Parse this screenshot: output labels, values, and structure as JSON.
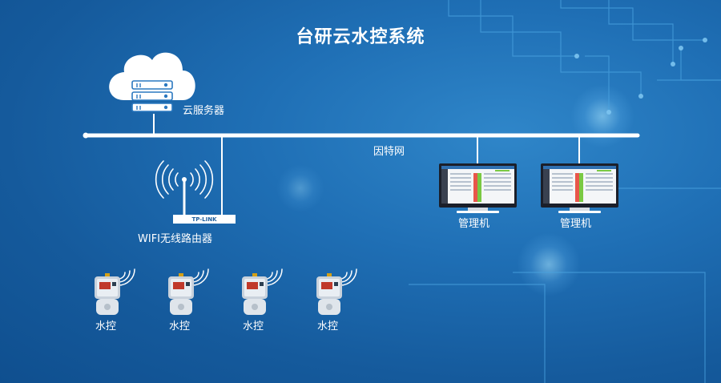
{
  "title": "台研云水控系统",
  "nodes": {
    "cloud_server": "云服务器",
    "internet": "因特网",
    "router": "WIFI无线路由器",
    "router_brand": "TP-LINK",
    "managers": [
      "管理机",
      "管理机"
    ],
    "water_controls": [
      "水控",
      "水控",
      "水控",
      "水控"
    ]
  },
  "colors": {
    "background": "#1f6fb5",
    "line": "#ffffff",
    "accent_green": "#7ac943",
    "accent_red": "#e8564a"
  }
}
